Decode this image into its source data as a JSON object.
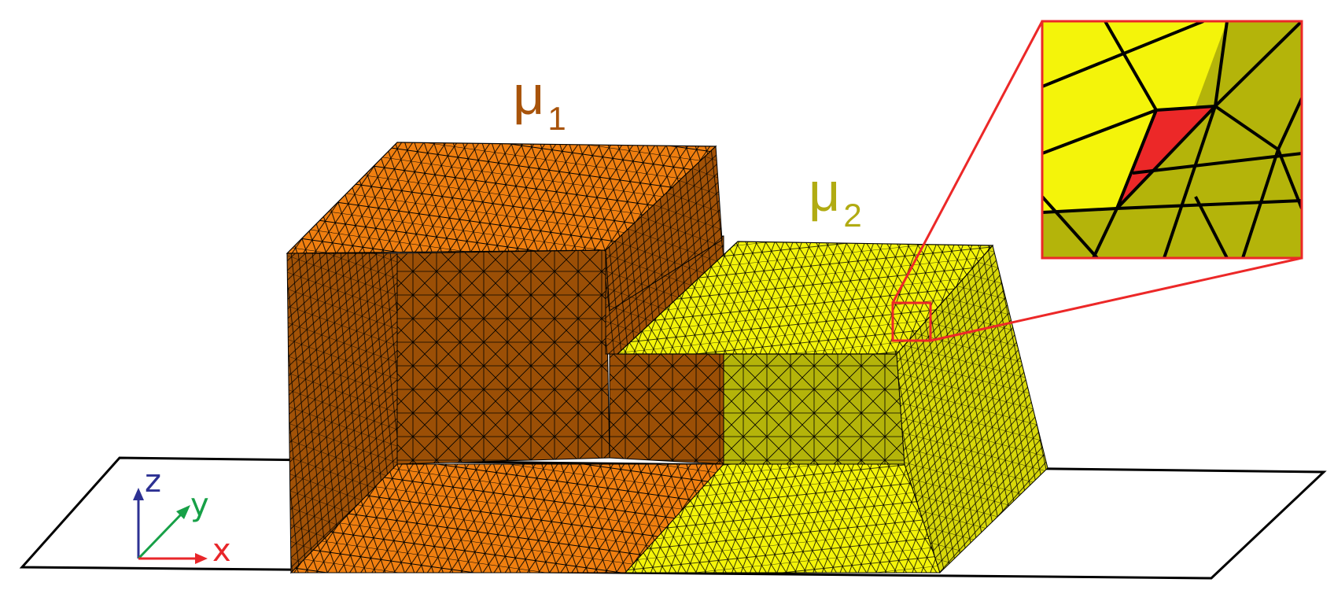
{
  "labels": {
    "region_1": {
      "symbol": "μ",
      "subscript": "1"
    },
    "region_2": {
      "symbol": "μ",
      "subscript": "2"
    }
  },
  "axes": {
    "x": "x",
    "y": "y",
    "z": "z"
  },
  "colors": {
    "region_1_top": "#f07f10",
    "region_1_side": "#9b4f06",
    "region_1_label": "#a8530a",
    "region_2_top": "#f4f40a",
    "region_2_side": "#b4b40a",
    "region_2_label": "#b1ab12",
    "highlight": "#ec2828",
    "mesh_line": "#000000",
    "axis_x": "#e8262a",
    "axis_y": "#17a047",
    "axis_z": "#2d3193",
    "ground": "#ffffff"
  },
  "inset": {
    "description_icon": "zoom-inset-icon"
  }
}
